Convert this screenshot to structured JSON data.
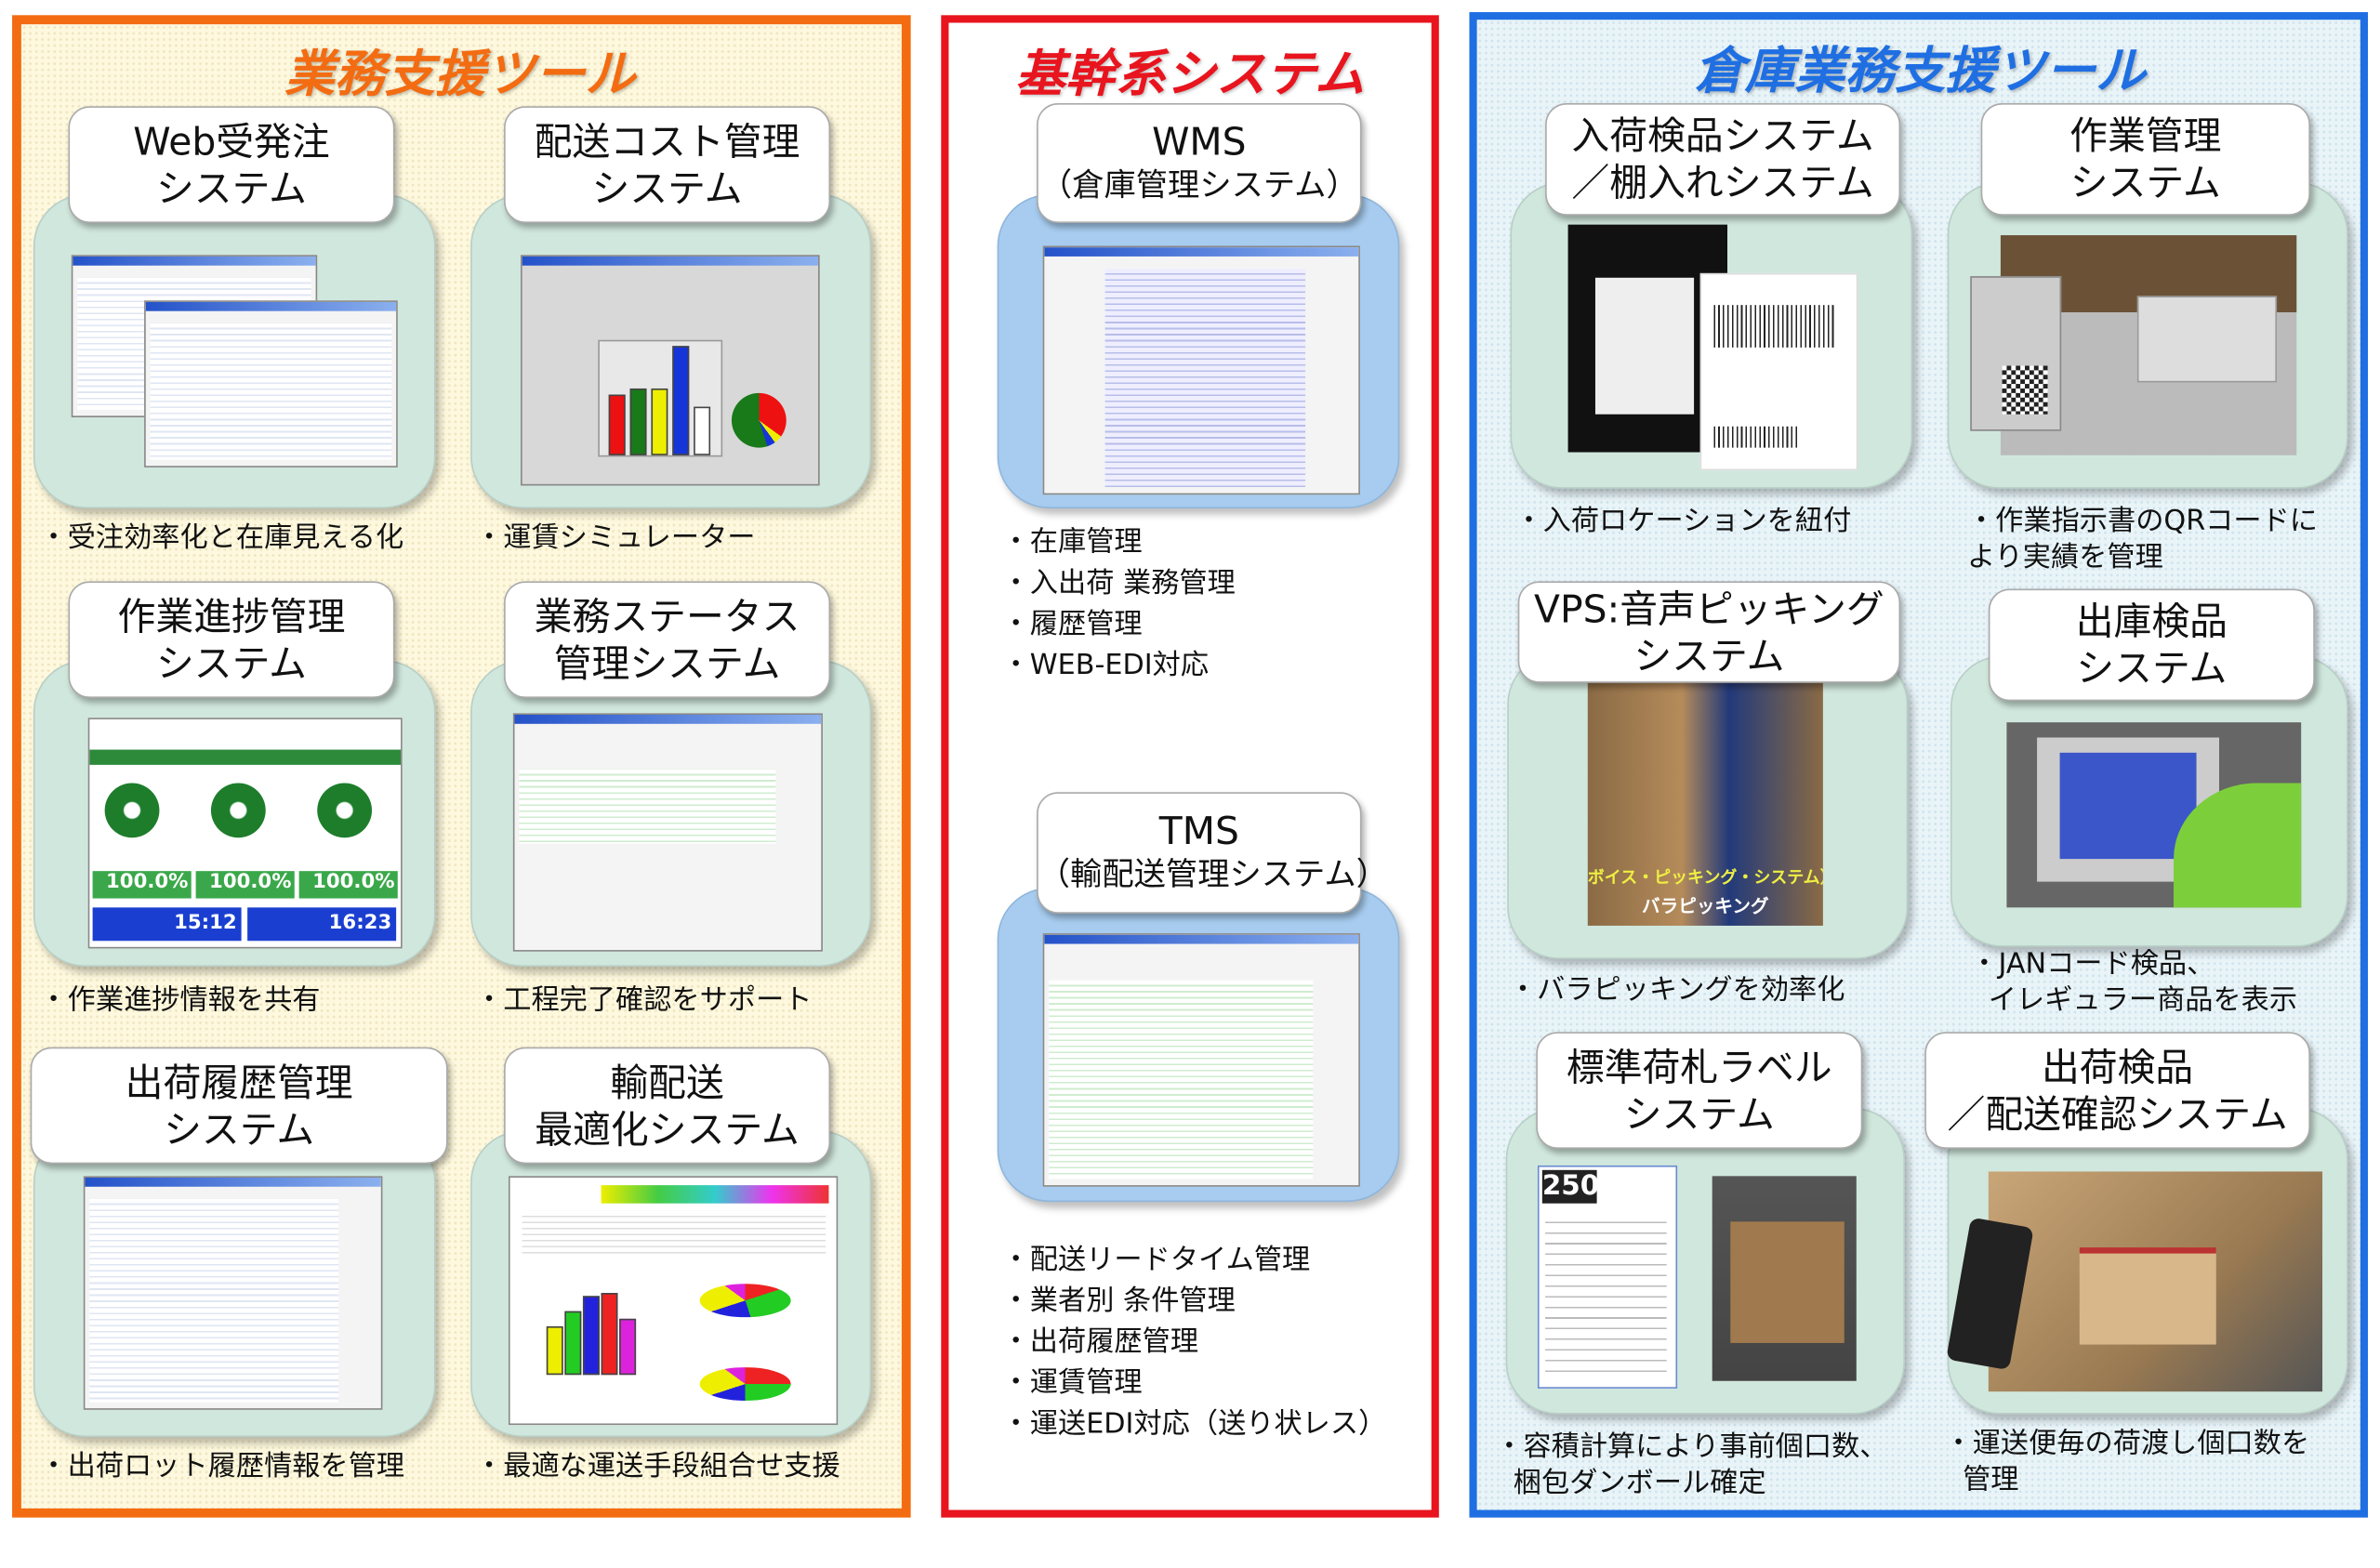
{
  "left_panel": {
    "title": "業務支援ツール",
    "title_color": "#f36c12",
    "cards": [
      {
        "title1": "Web受発注",
        "title2": "システム",
        "caption": "・受注効率化と在庫見える化"
      },
      {
        "title1": "配送コスト管理",
        "title2": "システム",
        "caption": "・運賃シミュレーター"
      },
      {
        "title1": "作業進捗管理",
        "title2": "システム",
        "caption": "・作業進捗情報を共有"
      },
      {
        "title1": "業務ステータス",
        "title2": "管理システム",
        "caption": "・工程完了確認をサポート"
      },
      {
        "title1": "出荷履歴管理",
        "title2": "システム",
        "caption": "・出荷ロット履歴情報を管理"
      },
      {
        "title1": "輸配送",
        "title2": "最適化システム",
        "caption": "・最適な運送手段組合せ支援"
      }
    ],
    "progress_screen": {
      "percent1": "100.0%",
      "percent2": "100.0%",
      "percent3": "100.0%",
      "time1": "15:12",
      "time2": "16:23"
    }
  },
  "middle_panel": {
    "title": "基幹系システム",
    "title_color": "#e8141e",
    "wms": {
      "title1": "WMS",
      "title2": "（倉庫管理システム）",
      "bullets": [
        "・在庫管理",
        "・入出荷 業務管理",
        "・履歴管理",
        "・WEB-EDI対応"
      ]
    },
    "tms": {
      "title1": "TMS",
      "title2": "（輸配送管理システム）",
      "bullets": [
        "・配送リードタイム管理",
        "・業者別 条件管理",
        "・出荷履歴管理",
        "・運賃管理",
        "・運送EDI対応（送り状レス）"
      ]
    }
  },
  "right_panel": {
    "title": "倉庫業務支援ツール",
    "title_color": "#1f6fe3",
    "cards": [
      {
        "title1": "入荷検品システム",
        "title2": "／棚入れシステム",
        "caption1": "・入荷ロケーションを紐付",
        "caption2": ""
      },
      {
        "title1": "作業管理",
        "title2": "システム",
        "caption1": "・作業指示書のQRコードに",
        "caption2": "より実績を管理"
      },
      {
        "title1": "VPS:音声ピッキング",
        "title2": "システム",
        "caption1": "・バラピッキングを効率化",
        "caption2": ""
      },
      {
        "title1": "出庫検品",
        "title2": "システム",
        "caption1": "・JANコード検品、",
        "caption2": "イレギュラー商品を表示"
      },
      {
        "title1": "標準荷札ラベル",
        "title2": "システム",
        "caption1": "・容積計算により事前個口数、",
        "caption2": "梱包ダンボール確定"
      },
      {
        "title1": "出荷検品",
        "title2": "／配送確認システム",
        "caption1": "・運送便毎の荷渡し個口数を",
        "caption2": "管理"
      }
    ],
    "vps_overlay1": "ボイス・ピッキング・システム）による",
    "vps_overlay2": "バラピッキング",
    "label_number": "250"
  }
}
